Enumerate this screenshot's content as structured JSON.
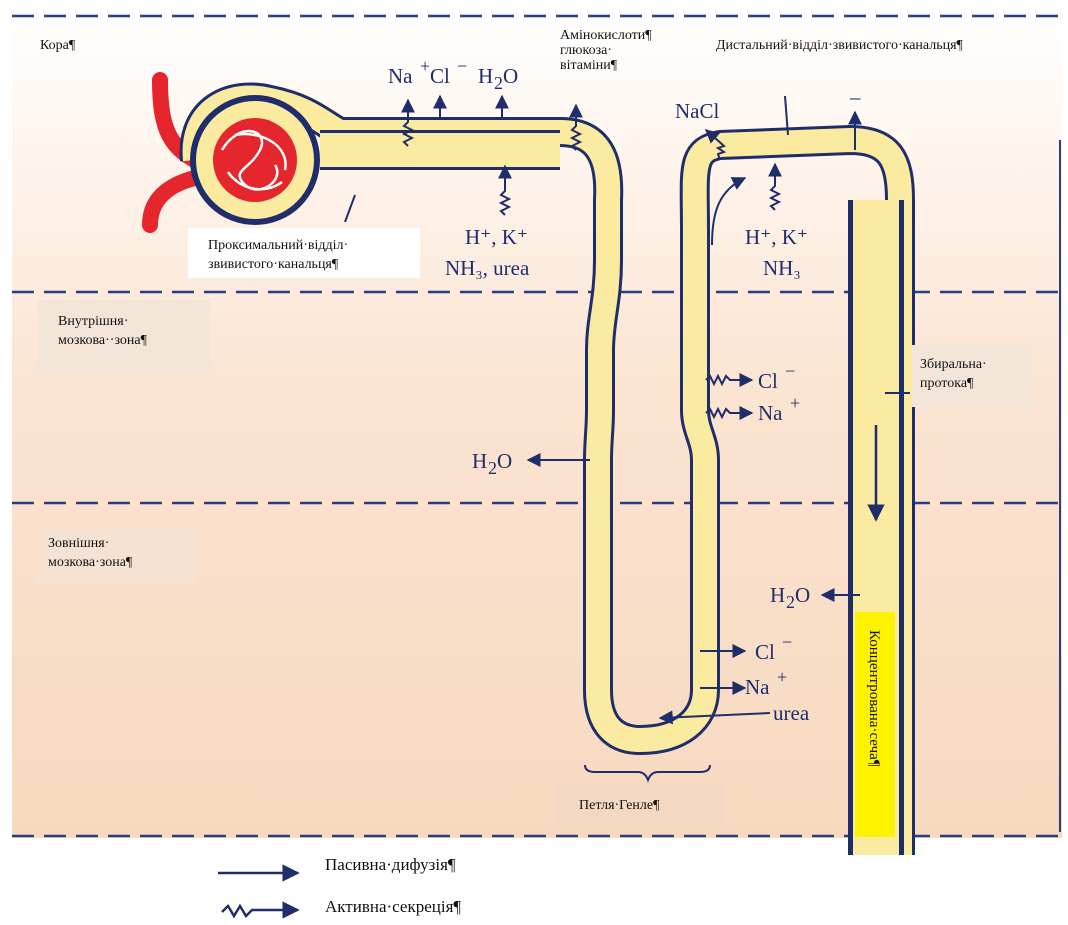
{
  "zones": {
    "cortex": "Кора¶",
    "inner_medulla": [
      "Внутрішня·",
      "мозкова··зона¶"
    ],
    "outer_medulla": [
      "Зовнішня·",
      "мозкова·зона¶"
    ]
  },
  "labels": {
    "proximal": [
      "Проксимальний·відділ·",
      "звивистого·канальця¶"
    ],
    "distal": "Дистальний·відділ·звивистого·канальця¶",
    "nutrients": [
      "Амінокислоти¶",
      "глюкоза·",
      "вітаміни¶"
    ],
    "collecting_duct": [
      "Збиральна·",
      "протока¶"
    ],
    "loop_henle": "Петля·Генле¶",
    "concentrated_urine": "Концентрована·сеча¶"
  },
  "ions": {
    "na": "Na",
    "cl": "Cl",
    "h2o_h": "H",
    "h2o_o": "O",
    "sub2": "2",
    "plus": "+",
    "minus": "−",
    "hk": "H⁺, K⁺",
    "nh3_urea": "NH₃, urea",
    "nh3": "NH₃",
    "nacl": "NaCl",
    "urea": "urea",
    "distal_secretion": "–"
  },
  "legend": {
    "passive": "Пасивна·дифузія¶",
    "active": "Активна·секреція¶"
  },
  "colors": {
    "tubule_fill": "#fbeba0",
    "tubule_outline": "#1f2d6b",
    "vessel": "#e5262c",
    "highlight": "#fff200",
    "label_bg": "#f3e6d9",
    "zone_line": "#2a3d86"
  }
}
